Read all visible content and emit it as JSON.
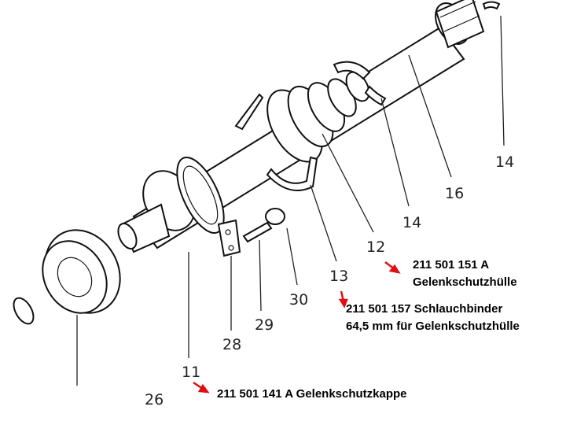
{
  "callouts": [
    "14",
    "16",
    "14",
    "12",
    "13",
    "30",
    "29",
    "28",
    "11",
    "26"
  ],
  "annotations": {
    "part12": {
      "number": "211 501 151 A",
      "name": "Gelenkschutzhülle"
    },
    "part13": {
      "line1": "211 501 157 Schlauchbinder",
      "line2": "64,5 mm für Gelenkschutzhülle"
    },
    "part11": {
      "text": "211 501 141 A  Gelenkschutzkappe"
    }
  },
  "colors": {
    "arrow": "#e01010",
    "ink": "#111111"
  }
}
